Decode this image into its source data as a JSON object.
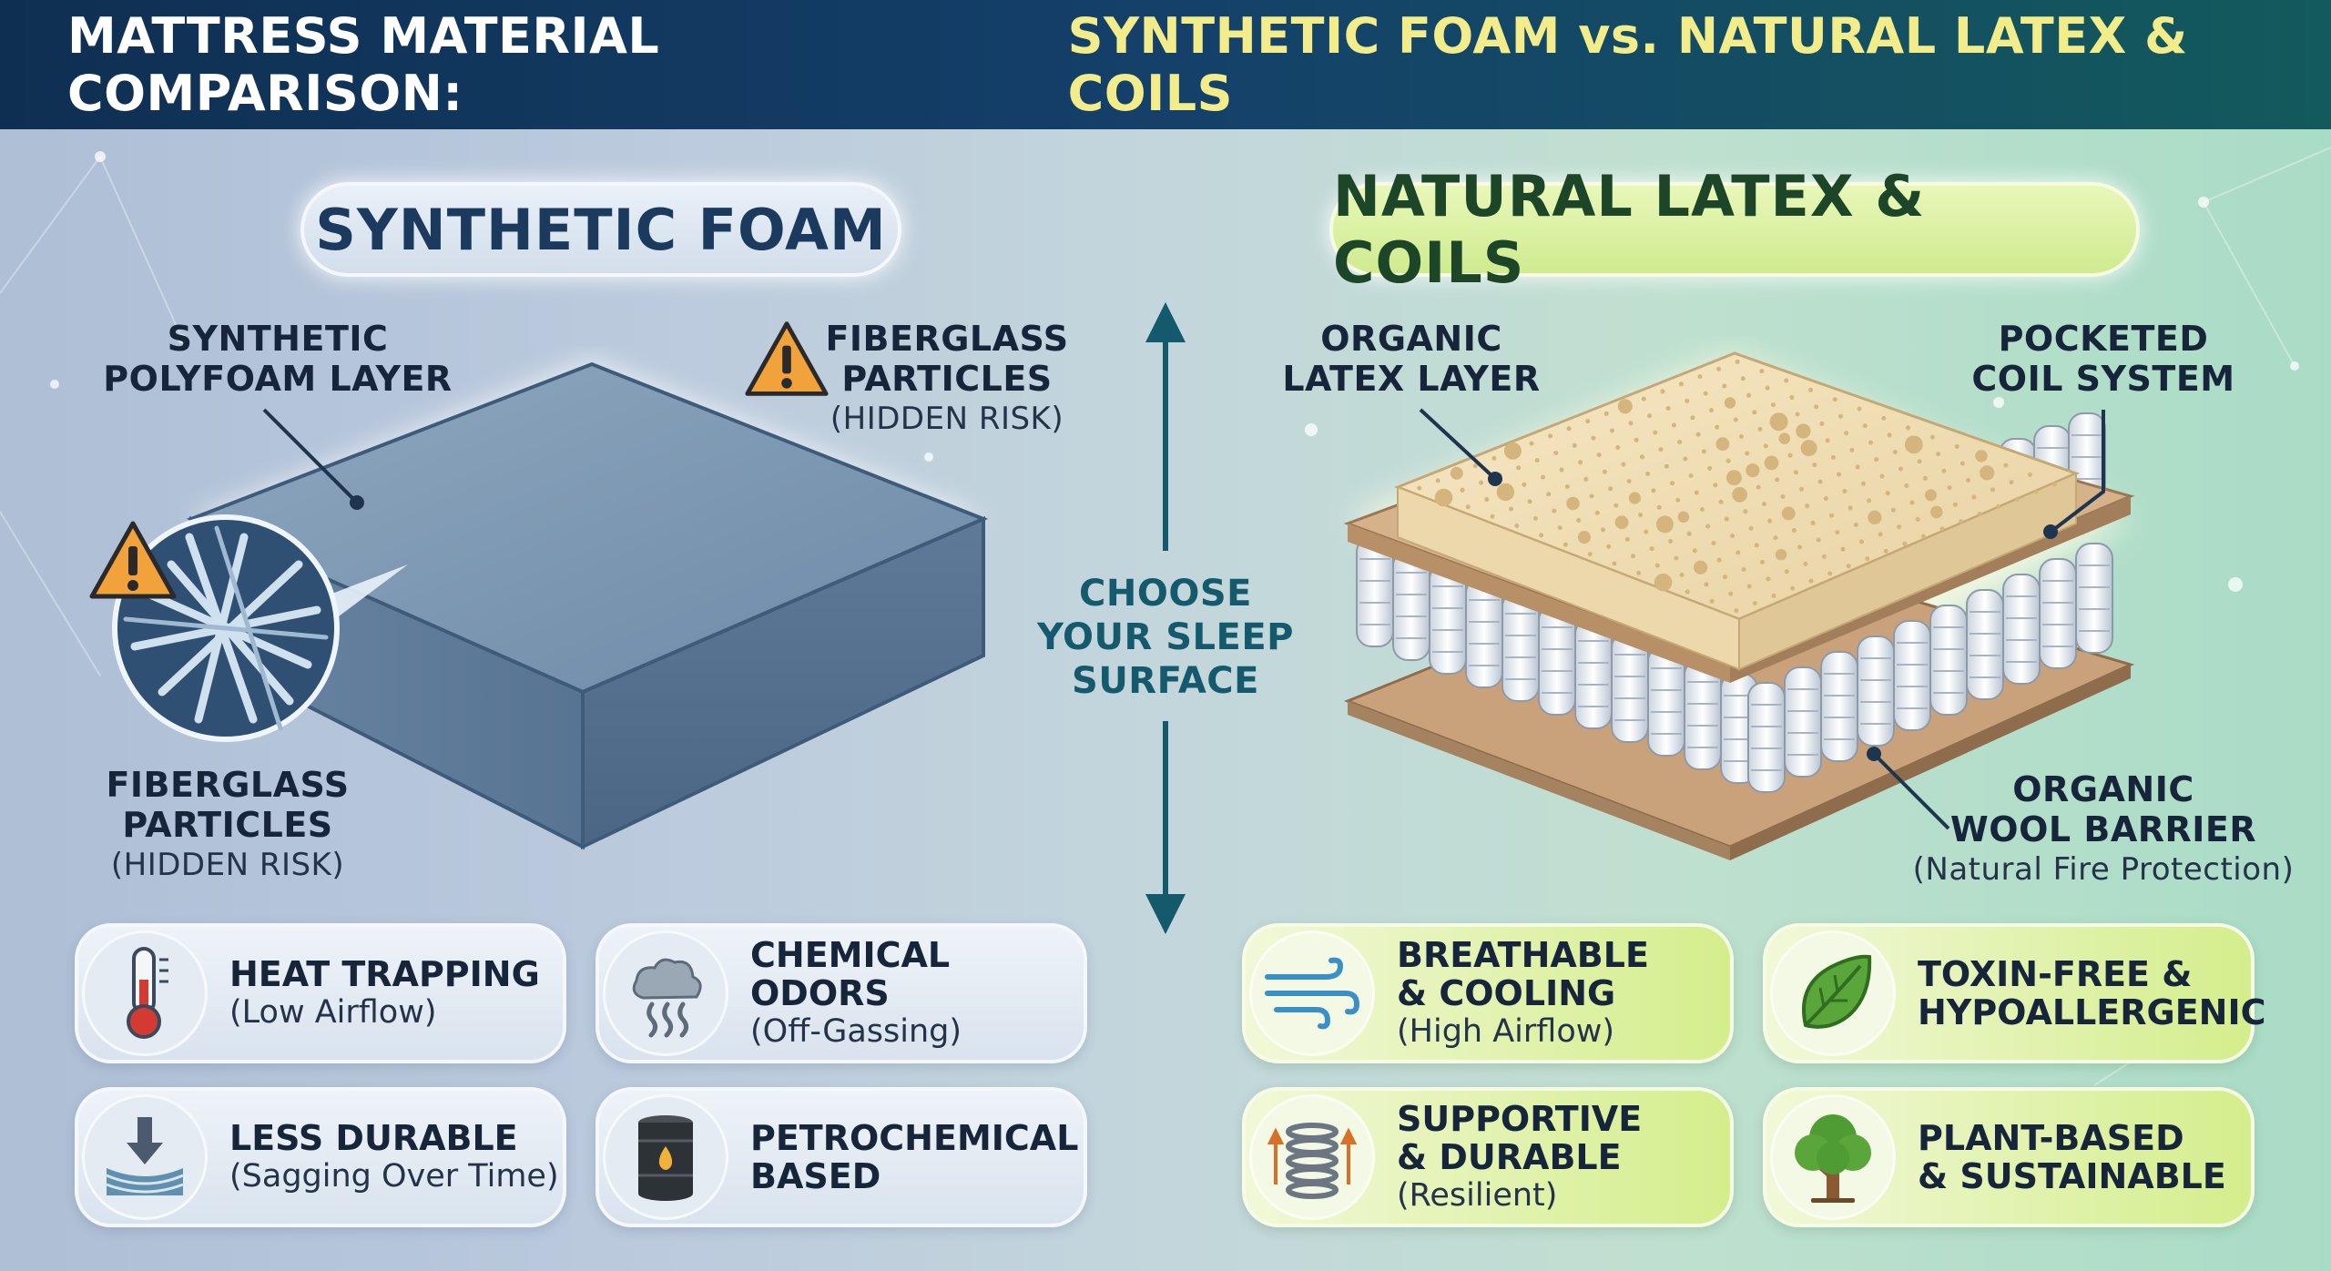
{
  "header": {
    "title_part1": "MATTRESS MATERIAL COMPARISON:",
    "title_part2": "SYNTHETIC FOAM vs. NATURAL LATEX & COILS"
  },
  "left": {
    "heading": "SYNTHETIC FOAM",
    "label_polyfoam": [
      "SYNTHETIC",
      "POLYFOAM LAYER"
    ],
    "label_fiberglass_top": {
      "lines": [
        "FIBERGLASS",
        "PARTICLES"
      ],
      "sub": "(HIDDEN RISK)"
    },
    "label_fiberglass_bottom": {
      "lines": [
        "FIBERGLASS",
        "PARTICLES"
      ],
      "sub": "(HIDDEN RISK)"
    },
    "cards": [
      {
        "title": "HEAT TRAPPING",
        "desc": "(Low Airflow)",
        "icon": "thermometer-icon"
      },
      {
        "title": "CHEMICAL ODORS",
        "desc": "(Off-Gassing)",
        "icon": "fumes-icon"
      },
      {
        "title": "LESS DURABLE",
        "desc": "(Sagging Over Time)",
        "icon": "sagging-icon"
      },
      {
        "title_lines": [
          "PETROCHEMICAL",
          "BASED"
        ],
        "icon": "oil-barrel-icon"
      }
    ]
  },
  "center": {
    "lines": [
      "CHOOSE",
      "YOUR SLEEP",
      "SURFACE"
    ]
  },
  "right": {
    "heading": "NATURAL LATEX & COILS",
    "label_latex": [
      "ORGANIC",
      "LATEX LAYER"
    ],
    "label_coils": [
      "POCKETED",
      "COIL SYSTEM"
    ],
    "label_wool": {
      "lines": [
        "ORGANIC",
        "WOOL BARRIER"
      ],
      "sub": "(Natural Fire Protection)"
    },
    "cards": [
      {
        "title_lines": [
          "BREATHABLE",
          "& COOLING"
        ],
        "desc": "(High Airflow)",
        "icon": "wind-icon"
      },
      {
        "title_lines": [
          "TOXIN-FREE &",
          "HYPOALLERGENIC"
        ],
        "icon": "leaf-icon"
      },
      {
        "title_lines": [
          "SUPPORTIVE",
          "& DURABLE"
        ],
        "desc": "(Resilient)",
        "icon": "spring-icon"
      },
      {
        "title_lines": [
          "PLANT-BASED",
          "& SUSTAINABLE"
        ],
        "icon": "tree-icon"
      }
    ]
  },
  "colors": {
    "header_bg": "#14406a",
    "header_accent": "#f3ec8a",
    "warning": "#f2a23a",
    "center_arrow": "#155a6c"
  }
}
